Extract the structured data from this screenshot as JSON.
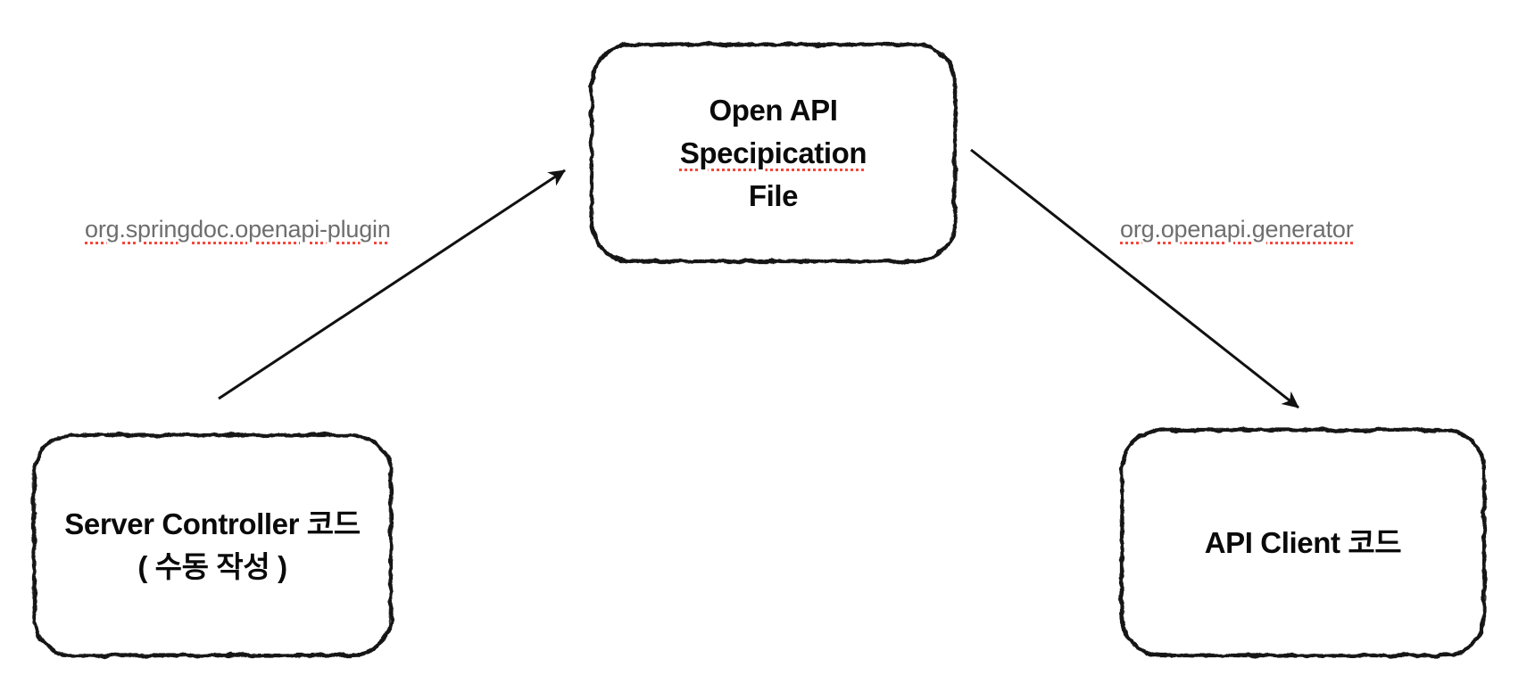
{
  "diagram": {
    "background": "#ffffff",
    "colors": {
      "node_border": "#141414",
      "node_text": "#0a0a0a",
      "edge_line": "#111111",
      "edge_label_text": "#6e6e6e",
      "spellcheck_underline": "#f4473c"
    },
    "nodes": {
      "spec_file": {
        "line1": "Open API",
        "line2": "Specipication",
        "line3": "File"
      },
      "server_controller": {
        "line1": "Server Controller 코드",
        "line2": "( 수동 작성 )"
      },
      "api_client": {
        "line1": "API Client 코드"
      }
    },
    "edges": {
      "springdoc_plugin": {
        "label": "org.springdoc.openapi-plugin"
      },
      "openapi_generator": {
        "label": "org.openapi.generator"
      }
    }
  }
}
